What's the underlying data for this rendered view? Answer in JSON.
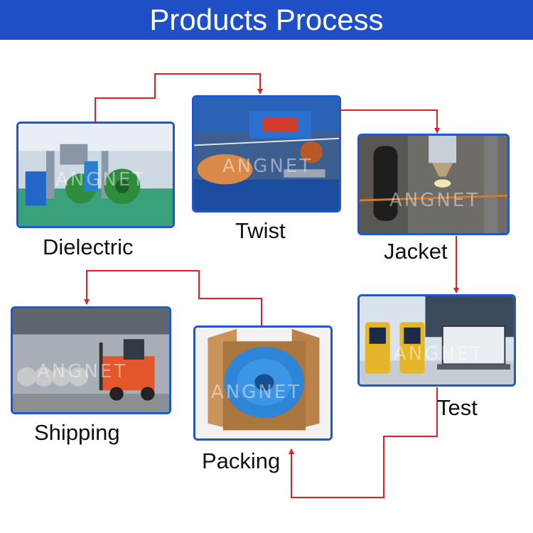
{
  "title": "Products Process",
  "watermark": "ANGNET",
  "colors": {
    "banner": "#1f4fc4",
    "frame": "#1f58c8",
    "connector": "#e02020"
  },
  "steps": [
    {
      "label": "Dielectric",
      "image": "cable-insulation-extrusion-line"
    },
    {
      "label": "Twist",
      "image": "wire-twisting-machine"
    },
    {
      "label": "Jacket",
      "image": "cable-jacketing-extruder"
    },
    {
      "label": "Test",
      "image": "cable-certification-testers-with-laptop"
    },
    {
      "label": "Packing",
      "image": "blue-cable-coil-in-cardboard-box"
    },
    {
      "label": "Shipping",
      "image": "warehouse-forklift-with-cable-reels"
    }
  ]
}
